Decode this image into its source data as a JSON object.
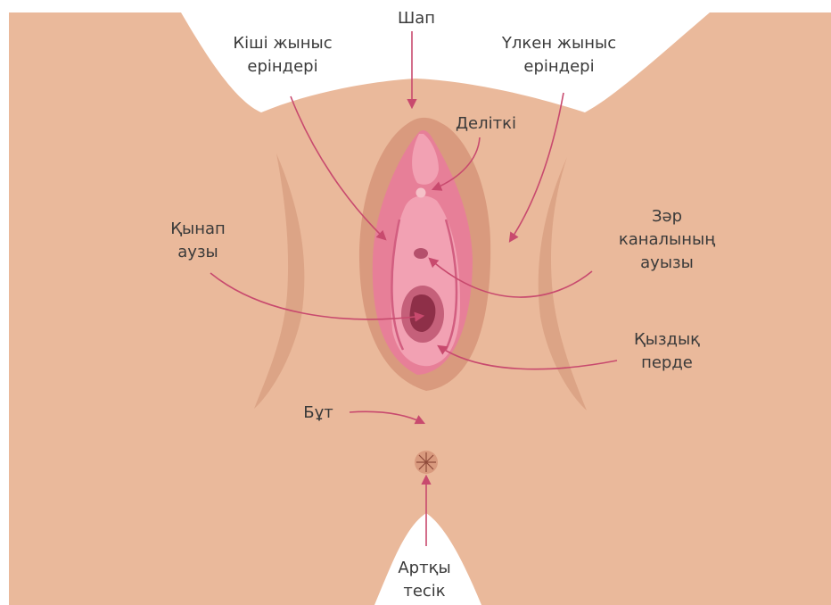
{
  "colors": {
    "skin": "#EAB99B",
    "skin_fold": "#DCA486",
    "outer_labia": "#D99A7E",
    "inner_labia": "#E77F98",
    "vestibule": "#F2A1B3",
    "hymen": "#C5607A",
    "opening": "#8E2F48",
    "arrow": "#C84A6E",
    "text": "#3a3a3a"
  },
  "labels": {
    "mons": "Шап",
    "labia_minora": [
      "Кіші жыныс",
      "еріндері"
    ],
    "labia_majora": [
      "Үлкен жыныс",
      "еріндері"
    ],
    "clitoris": "Деліткі",
    "vaginal_opening": [
      "Қынап",
      "аузы"
    ],
    "urethral_opening": [
      "Зәр",
      "каналының",
      "ауызы"
    ],
    "hymen": [
      "Қыздық",
      "перде"
    ],
    "perineum": "Бұт",
    "anus": [
      "Артқы",
      "тесік"
    ]
  }
}
